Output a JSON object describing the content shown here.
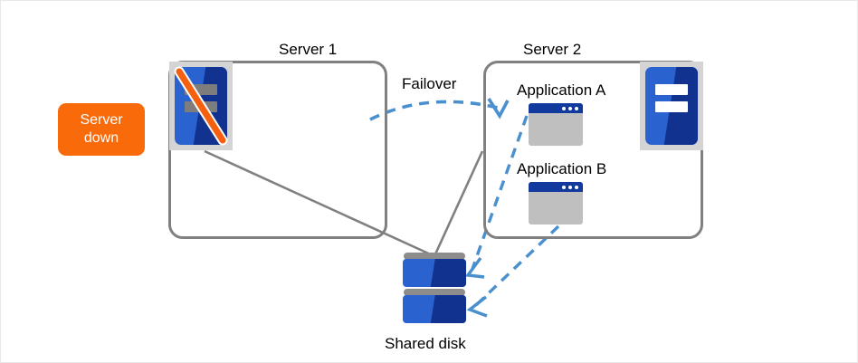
{
  "diagram": {
    "title_server1": "Server 1",
    "title_server2": "Server 2",
    "failover_label": "Failover",
    "shared_disk_label": "Shared disk",
    "status_badge": {
      "line1": "Server",
      "line2": "down"
    },
    "applications": [
      {
        "label": "Application A"
      },
      {
        "label": "Application B"
      }
    ],
    "colors": {
      "status_badge_bg": "#f96a0b",
      "status_badge_text": "#ffffff",
      "box_border": "#808080",
      "server_blue_light": "#2a62d0",
      "server_blue_dark": "#11338f",
      "server_frame": "#d4d4d4",
      "app_window_body": "#bfbfbf",
      "app_window_titlebar": "#123a9e",
      "arrow_blue": "#4a90ce",
      "slash_orange": "#f4600f",
      "disk_cap_gray": "#8c8c8c",
      "text": "#000000"
    }
  }
}
